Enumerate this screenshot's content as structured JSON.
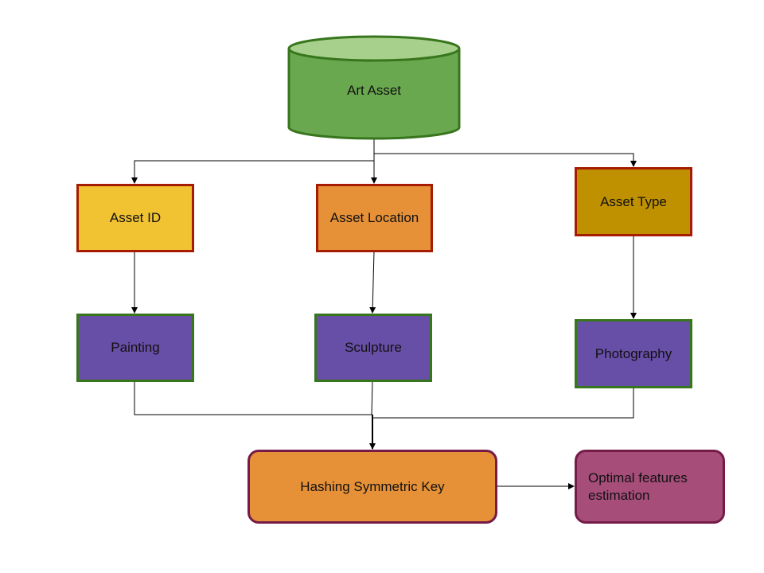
{
  "diagram": {
    "database": {
      "label": "Art Asset"
    },
    "attributes": [
      {
        "label": "Asset ID"
      },
      {
        "label": "Asset Location"
      },
      {
        "label": "Asset Type"
      }
    ],
    "categories": [
      {
        "label": "Painting"
      },
      {
        "label": "Sculpture"
      },
      {
        "label": "Photography"
      }
    ],
    "process": {
      "label": "Hashing Symmetric Key"
    },
    "output": {
      "label": "Optimal features estimation"
    }
  },
  "colors": {
    "database_fill": "#6aa84f",
    "database_top": "#a8d08d",
    "database_stroke": "#38761d",
    "asset_id_fill": "#f1c232",
    "asset_location_fill": "#e69138",
    "asset_type_fill": "#bf9000",
    "attribute_stroke": "#a61c00",
    "category_fill": "#674ea7",
    "category_stroke": "#38761d",
    "process_fill": "#e69138",
    "process_stroke": "#741b47",
    "output_fill": "#a64d79",
    "output_stroke": "#741b47",
    "connector": "#000000"
  }
}
